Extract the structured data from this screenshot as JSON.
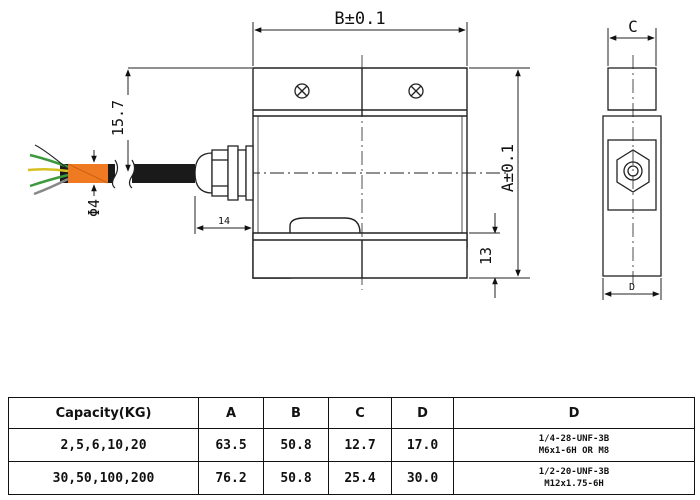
{
  "drawing": {
    "front_view": {
      "width_label": "B±0.1",
      "height_label": "A±0.1",
      "cable_offset_label": "15.7",
      "cable_dia_label": "Φ4",
      "gland_length_label": "14",
      "slot_height_label": "13"
    },
    "side_view": {
      "thickness_label": "C",
      "thread_label": "D"
    },
    "colors": {
      "line": "#222222",
      "body_fill": "#ffffff",
      "cable_jacket": "#1a1a1a",
      "cable_sleeve": "#f07a22",
      "wire_green": "#3c9a3c",
      "wire_white": "#f4f4f4",
      "wire_yellow": "#d8c020"
    }
  },
  "table": {
    "headers": [
      "Capacity(KG)",
      "A",
      "B",
      "C",
      "D",
      "D"
    ],
    "rows": [
      {
        "capacity": "2,5,6,10,20",
        "a": "63.5",
        "b": "50.8",
        "c": "12.7",
        "d": "17.0",
        "thread_line1": "1/4-28-UNF-3B",
        "thread_line2": "M6x1-6H OR M8"
      },
      {
        "capacity": "30,50,100,200",
        "a": "76.2",
        "b": "50.8",
        "c": "25.4",
        "d": "30.0",
        "thread_line1": "1/2-20-UNF-3B",
        "thread_line2": "M12x1.75-6H"
      }
    ]
  }
}
